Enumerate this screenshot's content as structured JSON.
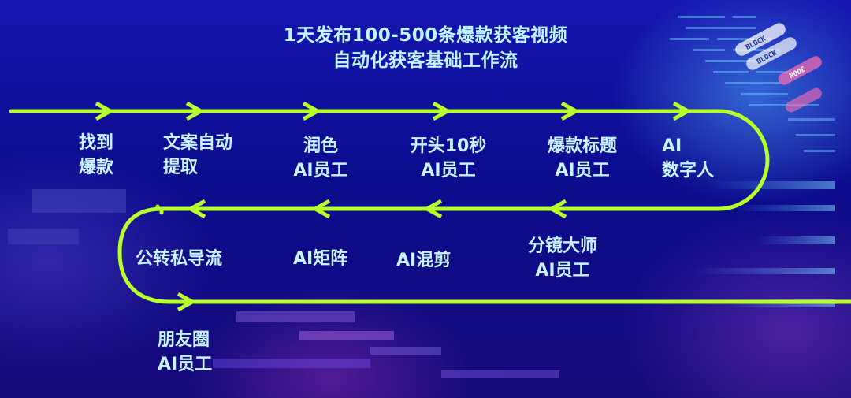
{
  "title": {
    "line1": "1天发布100-500条爆款获客视频",
    "line2": "自动化获客基础工作流"
  },
  "steps": [
    {
      "line1": "找到",
      "line2": "爆款"
    },
    {
      "line1": "文案自动",
      "line2": "提取"
    },
    {
      "line1": "润色",
      "line2": "AI员工"
    },
    {
      "line1": "开头10秒",
      "line2": "AI员工"
    },
    {
      "line1": "爆款标题",
      "line2": "AI员工"
    },
    {
      "line1": "AI",
      "line2": "数字人"
    },
    {
      "line1": "分镜大师",
      "line2": "AI员工"
    },
    {
      "line1": "AI混剪"
    },
    {
      "line1": "AI矩阵"
    },
    {
      "line1": "公转私导流"
    },
    {
      "line1": "朋友圈",
      "line2": "AI员工"
    }
  ],
  "deco": {
    "tag_1": "BLOCK",
    "tag_2": "BLOCK",
    "tag_3": "NODE"
  },
  "colors": {
    "flow_line": "#b6ff2a",
    "text": "#c8f4ff",
    "background": "#0c0c8e"
  }
}
